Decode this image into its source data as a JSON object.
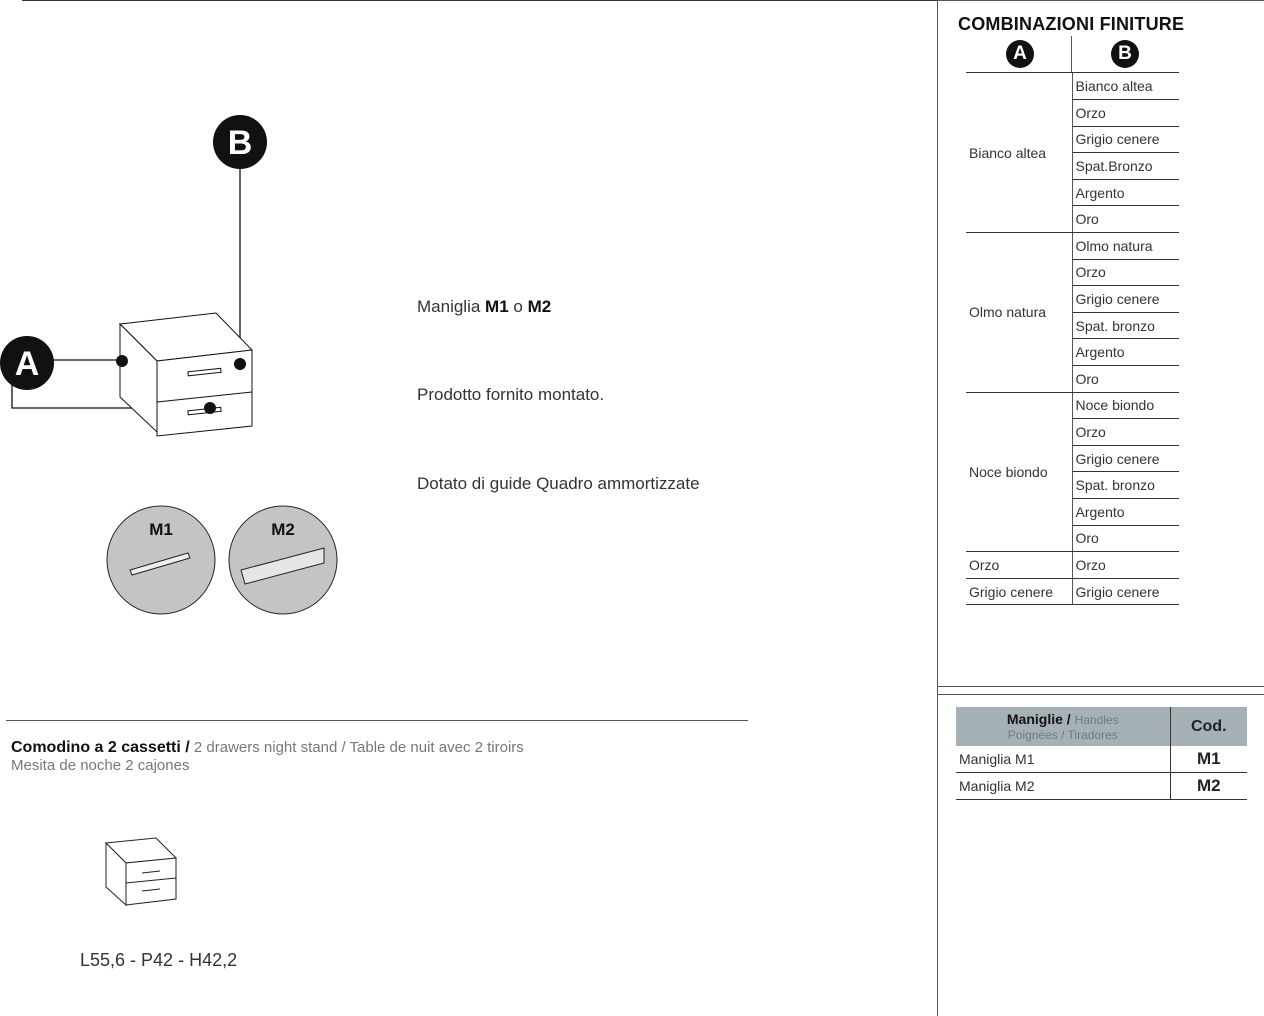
{
  "finishes": {
    "title": "COMBINAZIONI FINITURE",
    "col_a": "A",
    "col_b": "B",
    "groups": [
      {
        "a": "Bianco altea",
        "b": [
          "Bianco altea",
          "Orzo",
          "Grigio cenere",
          "Spat.Bronzo",
          "Argento",
          "Oro"
        ]
      },
      {
        "a": "Olmo natura",
        "b": [
          "Olmo natura",
          "Orzo",
          "Grigio cenere",
          "Spat. bronzo",
          "Argento",
          "Oro"
        ]
      },
      {
        "a": "Noce biondo",
        "b": [
          "Noce biondo",
          "Orzo",
          "Grigio cenere",
          "Spat. bronzo",
          "Argento",
          "Oro"
        ]
      },
      {
        "a": "Orzo",
        "b": [
          "Orzo"
        ]
      },
      {
        "a": "Grigio cenere",
        "b": [
          "Grigio cenere"
        ]
      }
    ]
  },
  "handles_table": {
    "header_bold": "Maniglie /",
    "header_light1": "Handles",
    "header_light2": "Poignées / Tiradores",
    "header_code": "Cod.",
    "rows": [
      {
        "name": "Maniglia M1",
        "code": "M1"
      },
      {
        "name": "Maniglia M2",
        "code": "M2"
      }
    ]
  },
  "diagram": {
    "label_a": "A",
    "label_b": "B",
    "m1": "M1",
    "m2": "M2"
  },
  "notes": {
    "handle_prefix": "Maniglia ",
    "handle_m1": "M1",
    "handle_or": " o ",
    "handle_m2": "M2",
    "assembled": "Prodotto fornito montato.",
    "guides": "Dotato di guide Quadro ammortizzate"
  },
  "product": {
    "title_bold": "Comodino a 2 cassetti /",
    "title_rest": " 2 drawers night stand / Table de nuit avec 2 tiroirs",
    "title_es": "Mesita de noche 2 cajones",
    "dimensions": "L55,6 - P42 - H42,2"
  }
}
